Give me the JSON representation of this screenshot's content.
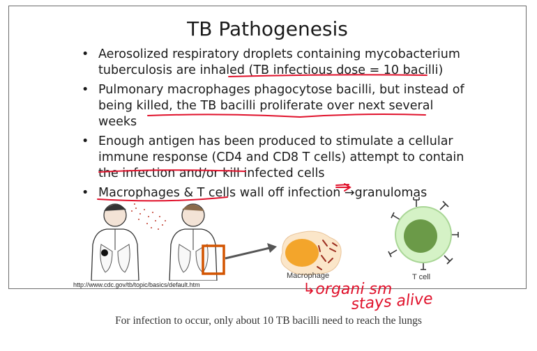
{
  "slide": {
    "title": "TB Pathogenesis",
    "bullets": [
      "Aerosolized respiratory droplets containing mycobacterium tuberculosis are inhaled (TB infectious dose = 10 bacilli)",
      "Pulmonary macrophages phagocytose bacilli, but instead of being killed, the TB bacilli proliferate over next several weeks",
      "Enough antigen has been produced to stimulate a cellular immune response (CD4 and CD8 T cells) attempt to contain the infection and/or kill infected cells",
      "Macrophages & T cells wall off infection →granulomas"
    ],
    "bullet_glyph": "•",
    "source_url": "http://www.cdc.gov/tb/topic/basics/default.htm",
    "macrophage_label": "Macrophage",
    "tcell_label": "T cell"
  },
  "handwriting": {
    "line1": "↳organi sm",
    "line2": "stays alive",
    "ink_color": "#e0102a"
  },
  "caption": "For infection to occur, only about 10 TB bacilli need to reach the lungs"
}
